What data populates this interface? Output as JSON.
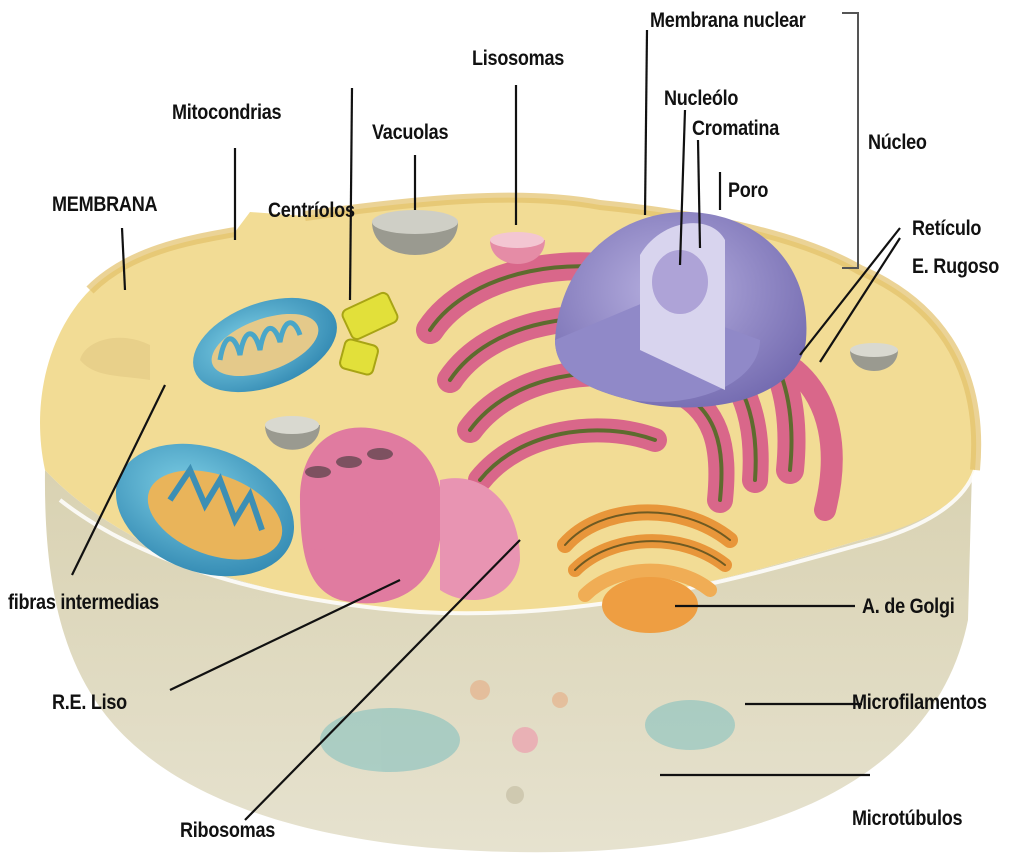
{
  "labels": {
    "membrana_nuclear": "Membrana nuclear",
    "lisosomas": "Lisosomas",
    "nucleolo": "Nucleólo",
    "cromatina": "Cromatina",
    "nucleo": "Núcleo",
    "mitocondrias": "Mitocondrias",
    "vacuolas": "Vacuolas",
    "membrana": "MEMBRANA",
    "centriolos": "Centríolos",
    "poro": "Poro",
    "reticulo_rugoso_1": "Retículo",
    "reticulo_rugoso_2": "E. Rugoso",
    "fibras_intermedias": "fibras intermedias",
    "golgi": "A. de Golgi",
    "re_liso": "R.E. Liso",
    "microfilamentos": "Microfilamentos",
    "ribosomas": "Ribosomas",
    "microtubulos": "Microtúbulos"
  },
  "colors": {
    "cytoplasm": "#f2dc95",
    "cell_lower": "#d6cfae",
    "rer_pink": "#d9678a",
    "rer_green": "#5e6b2e",
    "nucleus_purple": "#8f86c6",
    "mitochondria_blue": "#4aa6c8",
    "golgi_orange": "#e8963a",
    "centriole_yellow": "#e2e03a",
    "leader_line": "#111111"
  }
}
